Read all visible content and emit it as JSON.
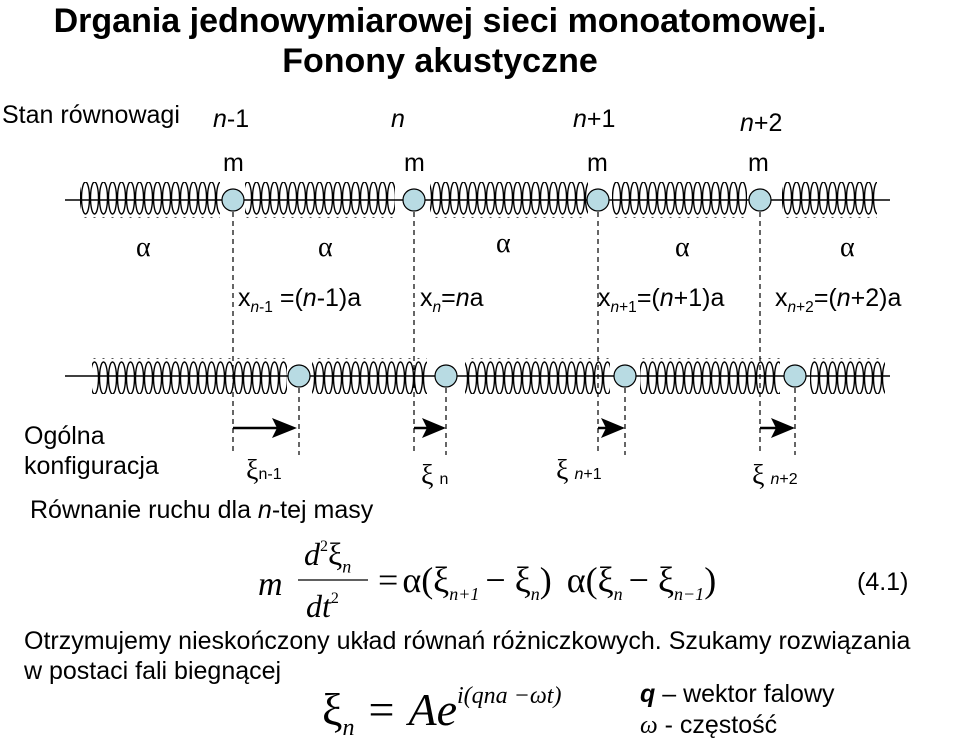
{
  "title": {
    "line1": "Drgania jednowymiarowej sieci monoatomowej.",
    "line2": "Fonony akustyczne"
  },
  "equilibrium": {
    "label": "Stan równowagi",
    "indices": [
      {
        "var": "n",
        "suffix": "-1"
      },
      {
        "var": "n",
        "suffix": ""
      },
      {
        "var": "n",
        "suffix": "+1"
      },
      {
        "var": "n",
        "suffix": "+2"
      }
    ],
    "mass_label": "m",
    "spring_label": "α",
    "positions": [
      {
        "x": "x",
        "sub": "n-1",
        "rhs_pre": " =(",
        "rhs_var": "n",
        "rhs_post": "-1)a"
      },
      {
        "x": "x",
        "sub": "n",
        "rhs_pre": "=",
        "rhs_var": "n",
        "rhs_post": "a"
      },
      {
        "x": "x",
        "sub": "n+1",
        "rhs_pre": "=(",
        "rhs_var": "n",
        "rhs_post": "+1)a"
      },
      {
        "x": "x",
        "sub": "n+2",
        "rhs_pre": "=(",
        "rhs_var": "n",
        "rhs_post": "+2)a"
      }
    ]
  },
  "general": {
    "label_line1": "Ogólna",
    "label_line2": "konfiguracja",
    "displacements": [
      {
        "sym": "ξ",
        "sub": "n-1"
      },
      {
        "sym": "ξ",
        "sub": "n"
      },
      {
        "sym": "ξ",
        "sub": "n+1"
      },
      {
        "sym": "ξ",
        "sub": "n+2"
      }
    ]
  },
  "equation": {
    "intro_pre": "Równanie ruchu dla ",
    "intro_var": "n",
    "intro_post": "-tej masy",
    "lhs_m": "m",
    "num": "d",
    "num_exp": "2",
    "num_sym": "ξ",
    "num_sub": "n",
    "den": "dt",
    "den_exp": "2",
    "rhs_eq": "=",
    "rhs_alpha": "α",
    "term1": "(ξ",
    "term1_sub": "n+1",
    "term1_mid": "− ξ",
    "term1_sub2": "n",
    "term1_end": ")",
    "rhs_alpha2": "α",
    "term2": "(ξ",
    "term2_sub": "n",
    "term2_mid": "− ξ",
    "term2_sub2": "n−1",
    "term2_end": ")",
    "number": "(4.1)"
  },
  "conclusion": {
    "line1": "Otrzymujemy nieskończony układ równań różniczkowych. Szukamy rozwiązania",
    "line2": "w postaci fali biegnącej"
  },
  "wave": {
    "sym": "ξ",
    "sub": "n",
    "eq": "=",
    "amp": "Ae",
    "exp_i": "i",
    "exp_body": "(qna −ωt)"
  },
  "legend": {
    "q_sym": "q",
    "q_text": " – wektor falowy",
    "w_sym": "ω",
    "w_text": " -  częstość"
  }
}
